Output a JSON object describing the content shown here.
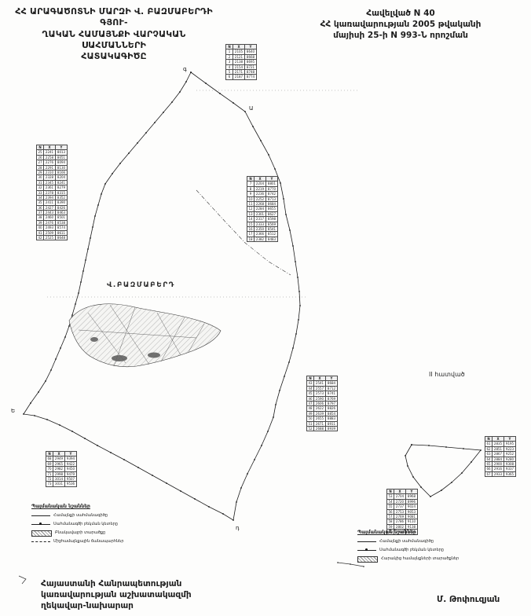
{
  "header": {
    "title_lines": [
      "ՀՀ ԱՐԱԳԱԾՈՏՆԻ ՄԱՐԶԻ Վ. ԲԱԶՄԱԲԵՐԴԻ ԳՅՈՒ-",
      "ՂԱԿԱՆ ՀԱՄԱՅՆՔԻ ՎԱՐՉԱԿԱՆ ՍԱՀՄԱՆՆԵՐԻ",
      "ՀԱՏԱԿԱԳԻԾԸ"
    ],
    "annex_lines": [
      "Հավելված N 40",
      "ՀՀ կառավարության 2005 թվականի",
      "մայիսի 25-ի N 993-Ն որոշման"
    ]
  },
  "map": {
    "community_label": "Վ.ԲԱԶՄԱԲԵՐԴ",
    "section_label": "II հատված",
    "points": {
      "top": "գ",
      "top_right": "Ա",
      "left": "Ե",
      "bottom": "դ"
    }
  },
  "legend_main": {
    "title": "Պայմանական նշաններ",
    "items": [
      {
        "symbol": "line",
        "label": "Համայնքի սահմանագիծը"
      },
      {
        "symbol": "dot",
        "label": "Սահմանագծի բեկման կետերը"
      },
      {
        "symbol": "hatch",
        "label": "Բնակավայրի տարածքը"
      },
      {
        "symbol": "dashdot",
        "label": "Միջհամայնքային ճանապարհներ"
      }
    ]
  },
  "legend_secondary": {
    "title": "Պայմանական նշաններ",
    "items": [
      {
        "symbol": "line",
        "label": "Համայնքի սահմանագիծը"
      },
      {
        "symbol": "dot",
        "label": "Սահմանագծի բեկման կետերը"
      },
      {
        "symbol": "hatch",
        "label": "Հարակից համայնքների տարածքներ"
      }
    ]
  },
  "footer": {
    "left_lines": [
      "Հայաստանի Հանրապետության",
      "կառավարության աշխատակազմի",
      "ղեկավար-նախարար"
    ],
    "signature": "Մ. Թոփուզյան"
  },
  "tables": {
    "t1": {
      "header": [
        "N",
        "X",
        "Y"
      ],
      "rows": [
        [
          "25",
          "2241",
          "8013"
        ],
        [
          "26",
          "2258",
          "8051"
        ],
        [
          "27",
          "2276",
          "8094"
        ],
        [
          "28",
          "2291",
          "8130"
        ],
        [
          "29",
          "2310",
          "8166"
        ],
        [
          "30",
          "2328",
          "8204"
        ],
        [
          "31",
          "2345",
          "8241"
        ],
        [
          "32",
          "2361",
          "8279"
        ],
        [
          "33",
          "2378",
          "8315"
        ],
        [
          "34",
          "2394",
          "8352"
        ],
        [
          "35",
          "2411",
          "8390"
        ],
        [
          "36",
          "2427",
          "8426"
        ],
        [
          "37",
          "2443",
          "8463"
        ],
        [
          "38",
          "2460",
          "8501"
        ],
        [
          "39",
          "2476",
          "8538"
        ],
        [
          "40",
          "2493",
          "8574"
        ],
        [
          "41",
          "2509",
          "8611"
        ],
        [
          "42",
          "2525",
          "8648"
        ]
      ]
    },
    "t2": {
      "header": [
        "N",
        "X",
        "Y"
      ],
      "rows": [
        [
          "1",
          "2105",
          "8640"
        ],
        [
          "2",
          "2121",
          "8668"
        ],
        [
          "3",
          "2138",
          "8695"
        ],
        [
          "4",
          "2154",
          "8721"
        ],
        [
          "5",
          "2171",
          "8748"
        ],
        [
          "6",
          "2187",
          "8774"
        ]
      ]
    },
    "t3": {
      "header": [
        "N",
        "X",
        "Y"
      ],
      "rows": [
        [
          "7",
          "2204",
          "8801"
        ],
        [
          "8",
          "2219",
          "8770"
        ],
        [
          "9",
          "2236",
          "8742"
        ],
        [
          "10",
          "2252",
          "8713"
        ],
        [
          "11",
          "2268",
          "8684"
        ],
        [
          "12",
          "2284",
          "8655"
        ],
        [
          "13",
          "2301",
          "8627"
        ],
        [
          "14",
          "2317",
          "8598"
        ],
        [
          "15",
          "2333",
          "8569"
        ],
        [
          "16",
          "2350",
          "8541"
        ],
        [
          "17",
          "2366",
          "8512"
        ],
        [
          "18",
          "2382",
          "8483"
        ]
      ]
    },
    "t4": {
      "header": [
        "N",
        "X",
        "Y"
      ],
      "rows": [
        [
          "43",
          "2541",
          "8684"
        ],
        [
          "44",
          "2557",
          "8712"
        ],
        [
          "45",
          "2573",
          "8741"
        ],
        [
          "46",
          "2590",
          "8769"
        ],
        [
          "47",
          "2606",
          "8797"
        ],
        [
          "48",
          "2622",
          "8826"
        ],
        [
          "49",
          "2639",
          "8854"
        ],
        [
          "50",
          "2655",
          "8883"
        ],
        [
          "51",
          "2671",
          "8911"
        ],
        [
          "52",
          "2688",
          "8939"
        ]
      ]
    },
    "t5": {
      "header": [
        "N",
        "X",
        "Y"
      ],
      "rows": [
        [
          "53",
          "2704",
          "8968"
        ],
        [
          "54",
          "2720",
          "8996"
        ],
        [
          "55",
          "2737",
          "9024"
        ],
        [
          "56",
          "2753",
          "9053"
        ],
        [
          "57",
          "2769",
          "9081"
        ],
        [
          "58",
          "2786",
          "9110"
        ],
        [
          "59",
          "2802",
          "9138"
        ],
        [
          "60",
          "2818",
          "9166"
        ]
      ]
    },
    "t6": {
      "header": [
        "N",
        "X",
        "Y"
      ],
      "rows": [
        [
          "61",
          "2835",
          "9195"
        ],
        [
          "62",
          "2851",
          "9223"
        ],
        [
          "63",
          "2867",
          "9252"
        ],
        [
          "64",
          "2884",
          "9280"
        ],
        [
          "65",
          "2900",
          "9308"
        ],
        [
          "66",
          "2916",
          "9337"
        ],
        [
          "67",
          "2933",
          "9365"
        ]
      ]
    },
    "t7": {
      "header": [
        "N",
        "X",
        "Y"
      ],
      "rows": [
        [
          "68",
          "2949",
          "9394"
        ],
        [
          "69",
          "2965",
          "9422"
        ],
        [
          "70",
          "2982",
          "9450"
        ],
        [
          "71",
          "2998",
          "9479"
        ],
        [
          "72",
          "3014",
          "9507"
        ],
        [
          "73",
          "3031",
          "9536"
        ]
      ]
    }
  }
}
